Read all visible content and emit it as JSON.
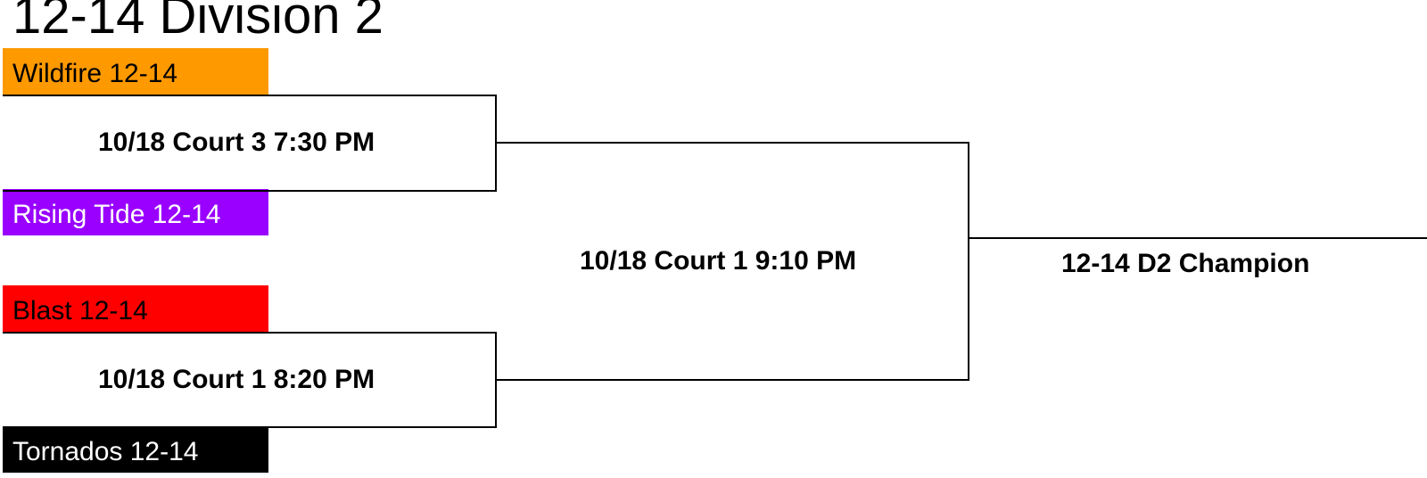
{
  "bracket": {
    "title": "12-14 Division 2",
    "teams": [
      {
        "name": "Wildfire 12-14",
        "color": "#FF9900",
        "text_color": "#000000"
      },
      {
        "name": "Rising Tide 12-14",
        "color": "#9900FF",
        "text_color": "#FFFFFF"
      },
      {
        "name": "Blast 12-14",
        "color": "#FF0000",
        "text_color": "#000000"
      },
      {
        "name": "Tornados 12-14",
        "color": "#000000",
        "text_color": "#FFFFFF"
      }
    ],
    "games": {
      "semifinal_1": "10/18 Court 3 7:30 PM",
      "semifinal_2": "10/18 Court 1 8:20 PM",
      "final": "10/18 Court 1 9:10 PM"
    },
    "champion_label": "12-14 D2 Champion"
  }
}
